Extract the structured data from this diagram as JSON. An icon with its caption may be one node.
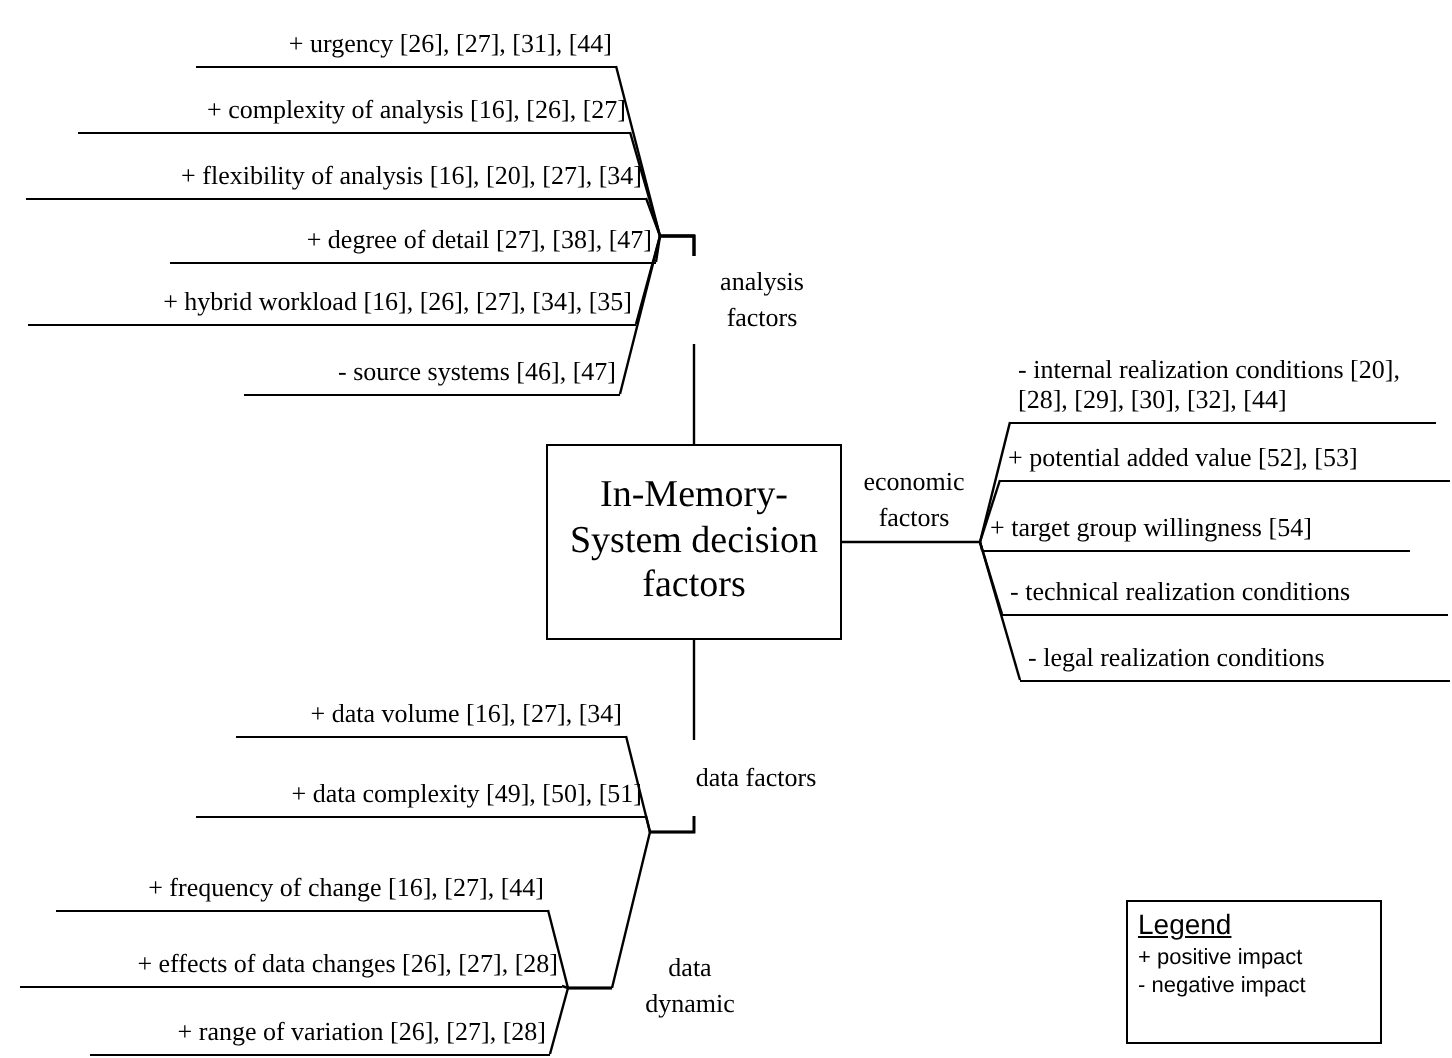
{
  "diagram": {
    "nodes": [
      {
        "text": [
          "In-Memory-System decision factors"
        ]
      },
      {
        "text": [
          "analysis factors"
        ]
      },
      {
        "text": [
          "+ urgency [26], [27], [31], [44]"
        ]
      },
      {
        "text": [
          "+ complexity of analysis [16], [26], [27]"
        ]
      },
      {
        "text": [
          "+ flexibility of analysis [16], [20], [27], [34]"
        ]
      },
      {
        "text": [
          "+ degree of detail [27], [38], [47]"
        ]
      },
      {
        "text": [
          "+ hybrid workload [16], [26], [27], [34], [35]"
        ]
      },
      {
        "text": [
          "- source systems [46], [47]"
        ]
      },
      {
        "text": [
          "economic factors"
        ]
      },
      {
        "text": [
          "- internal realization conditions [20], [28], [29], [30], [32], [44]"
        ]
      },
      {
        "text": [
          "+ potential added value [52], [53]"
        ]
      },
      {
        "text": [
          "+ target group willingness [54]"
        ]
      },
      {
        "text": [
          "- technical realization conditions"
        ]
      },
      {
        "text": [
          "- legal realization conditions"
        ]
      },
      {
        "text": [
          "data factors"
        ]
      },
      {
        "text": [
          "+ data volume [16], [27], [34]"
        ]
      },
      {
        "text": [
          "+ data complexity [49], [50], [51]"
        ]
      },
      {
        "text": [
          "data dynamic"
        ]
      },
      {
        "text": [
          "+ frequency of change [16], [27], [44]"
        ]
      },
      {
        "text": [
          "+ effects of data changes [26], [27], [28]"
        ]
      },
      {
        "text": [
          "+ range of variation [26], [27], [28]"
        ]
      }
    ],
    "edges": [
      {
        "from": 0,
        "to": 1,
        "arrow": "none"
      },
      {
        "from": 0,
        "to": 8,
        "arrow": "none"
      },
      {
        "from": 0,
        "to": 14,
        "arrow": "none"
      },
      {
        "from": 1,
        "to": 2,
        "arrow": "none"
      },
      {
        "from": 1,
        "to": 3,
        "arrow": "none"
      },
      {
        "from": 1,
        "to": 4,
        "arrow": "none"
      },
      {
        "from": 1,
        "to": 5,
        "arrow": "none"
      },
      {
        "from": 1,
        "to": 6,
        "arrow": "none"
      },
      {
        "from": 1,
        "to": 7,
        "arrow": "none"
      },
      {
        "from": 8,
        "to": 9,
        "arrow": "none"
      },
      {
        "from": 8,
        "to": 10,
        "arrow": "none"
      },
      {
        "from": 8,
        "to": 11,
        "arrow": "none"
      },
      {
        "from": 8,
        "to": 12,
        "arrow": "none"
      },
      {
        "from": 8,
        "to": 13,
        "arrow": "none"
      },
      {
        "from": 14,
        "to": 15,
        "arrow": "none"
      },
      {
        "from": 14,
        "to": 16,
        "arrow": "none"
      },
      {
        "from": 14,
        "to": 17,
        "arrow": "none"
      },
      {
        "from": 17,
        "to": 18,
        "arrow": "none"
      },
      {
        "from": 17,
        "to": 19,
        "arrow": "none"
      },
      {
        "from": 17,
        "to": 20,
        "arrow": "none"
      }
    ],
    "labels": [
      "Legend"
    ],
    "legend": [
      {
        "text": "+ positive impact"
      },
      {
        "text": "- negative impact"
      }
    ]
  }
}
